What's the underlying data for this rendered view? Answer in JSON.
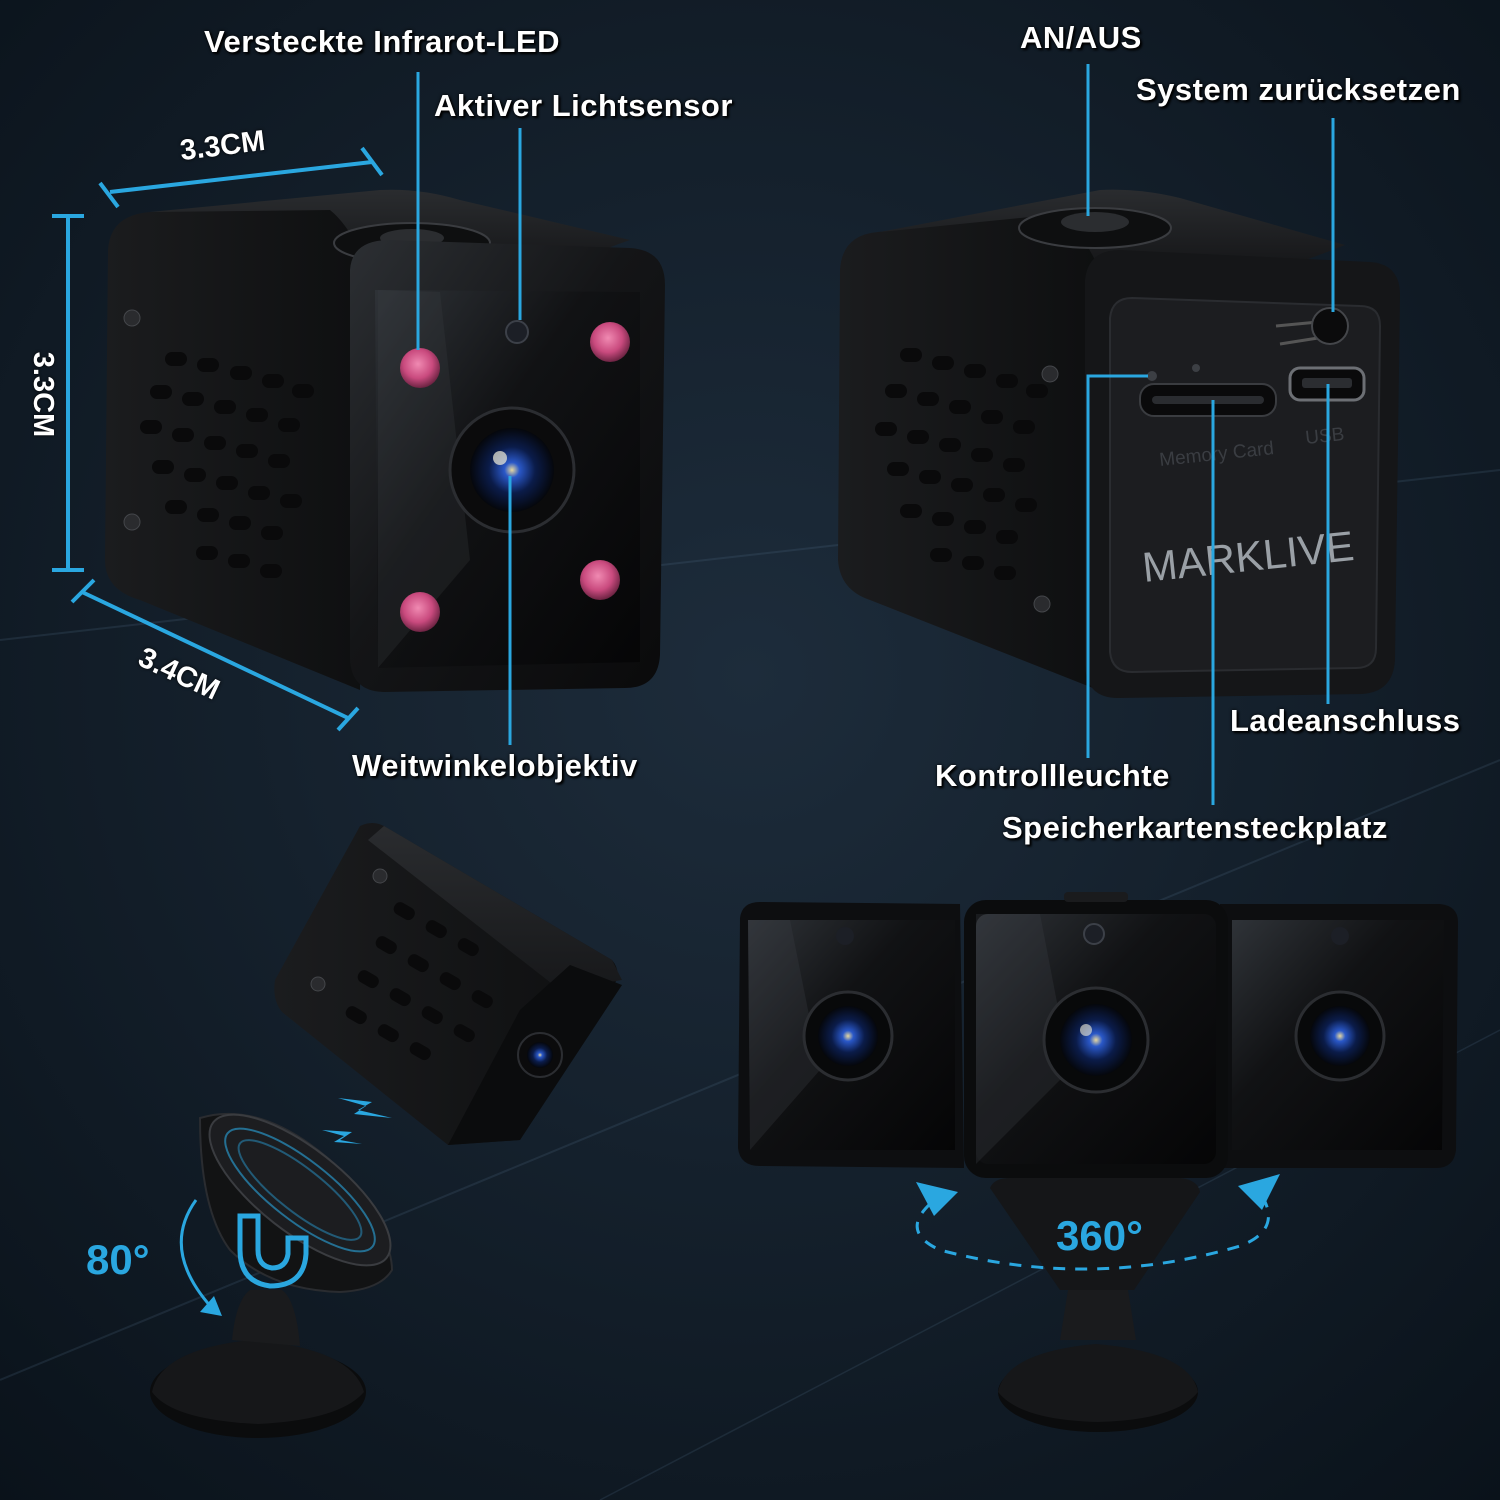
{
  "labels": {
    "infrared_led": "Versteckte Infrarot-LED",
    "light_sensor": "Aktiver Lichtsensor",
    "wide_angle_lens": "Weitwinkelobjektiv",
    "power": "AN/AUS",
    "reset": "System zurücksetzen",
    "charging_port": "Ladeanschluss",
    "indicator_light": "Kontrollleuchte",
    "memory_card_slot": "Speicherkartensteckplatz"
  },
  "dimensions": {
    "width": "3.3CM",
    "height": "3.3CM",
    "depth": "3.4CM"
  },
  "angles": {
    "tilt": "80°",
    "rotation": "360°"
  },
  "device": {
    "brand": "MARKLIVE",
    "memory_card_print": "Memory Card",
    "usb_print": "USB"
  },
  "colors": {
    "background": "#0d1620",
    "accent": "#2aa7e0",
    "ir_led": "#d9508a",
    "label_text": "#ffffff"
  }
}
